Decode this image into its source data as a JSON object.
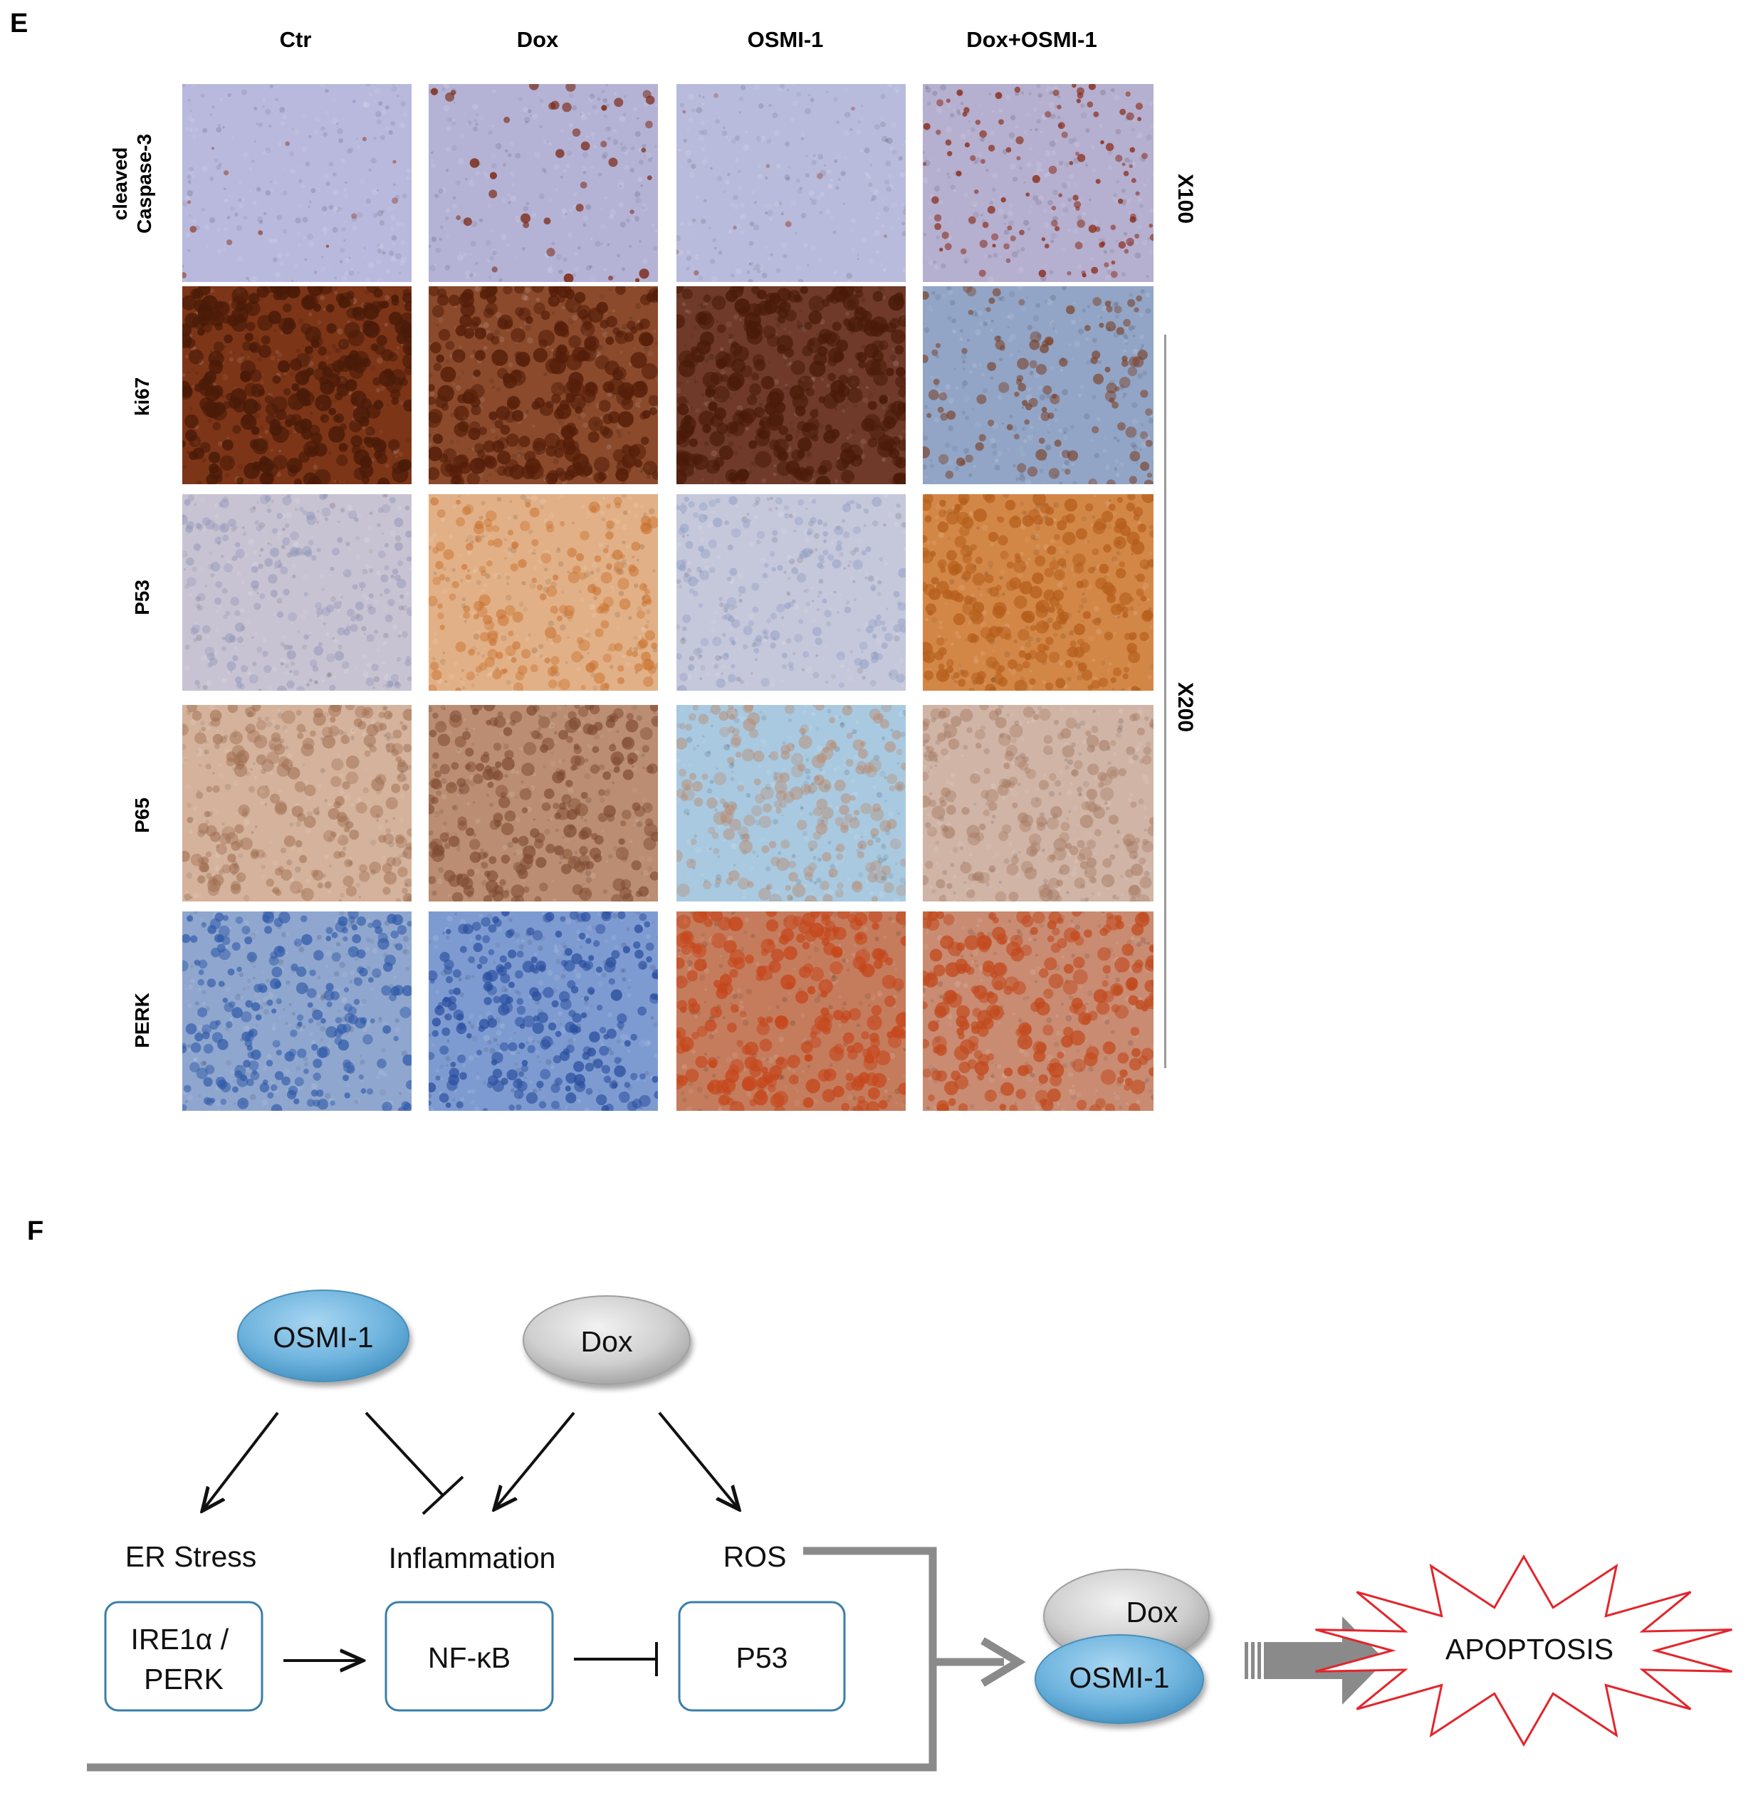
{
  "panel_e": {
    "letter": "E",
    "columns": [
      "Ctr",
      "Dox",
      "OSMI-1",
      "Dox+OSMI-1"
    ],
    "rows": [
      "cleaved\nCaspase-3",
      "ki67",
      "P53",
      "P65",
      "PERK"
    ],
    "magnifications": [
      "X100",
      "X200"
    ]
  },
  "panel_f": {
    "letter": "F",
    "ovals": {
      "osmi": "OSMI-1",
      "dox": "Dox",
      "combo_dox": "Dox",
      "combo_osmi": "OSMI-1"
    },
    "headers": {
      "er_stress": "ER Stress",
      "inflammation": "Inflammation",
      "ros": "ROS"
    },
    "boxes": {
      "ire1": "IRE1α /\nPERK",
      "nfkb": "NF-κB",
      "p53": "P53"
    },
    "outcome": "APOPTOSIS"
  },
  "colors": {
    "hematoxylin": "#8b8fc0",
    "dab_brown": "#8a3a14",
    "osmi_blue": "#6fb4de",
    "dox_gray": "#c9c9c9",
    "box_border": "#3a7fa8",
    "arrow_gray": "#8a8a8a",
    "burst_red": "#e2252b"
  }
}
